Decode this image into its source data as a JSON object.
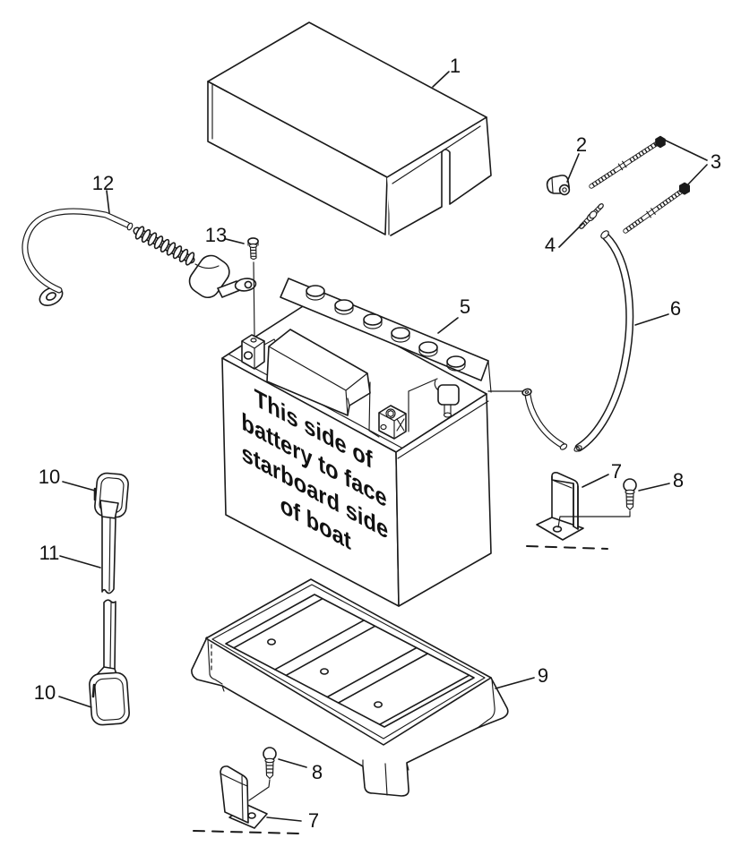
{
  "page": {
    "background": "#ffffff",
    "line_color": "#1a1a1a"
  },
  "figure": {
    "kind": "exploded-parts-diagram"
  },
  "battery_label": {
    "lines": [
      "This side of",
      "battery to face",
      "starboard side",
      "of boat"
    ]
  },
  "callouts": {
    "c1": {
      "label": "1"
    },
    "c2": {
      "label": "2"
    },
    "c3": {
      "label": "3"
    },
    "c4": {
      "label": "4"
    },
    "c5": {
      "label": "5"
    },
    "c6": {
      "label": "6"
    },
    "c7": {
      "label": "7"
    },
    "c8": {
      "label": "8"
    },
    "c9": {
      "label": "9"
    },
    "c10": {
      "label": "10"
    },
    "c11": {
      "label": "11"
    },
    "c12": {
      "label": "12"
    },
    "c13": {
      "label": "13"
    }
  }
}
